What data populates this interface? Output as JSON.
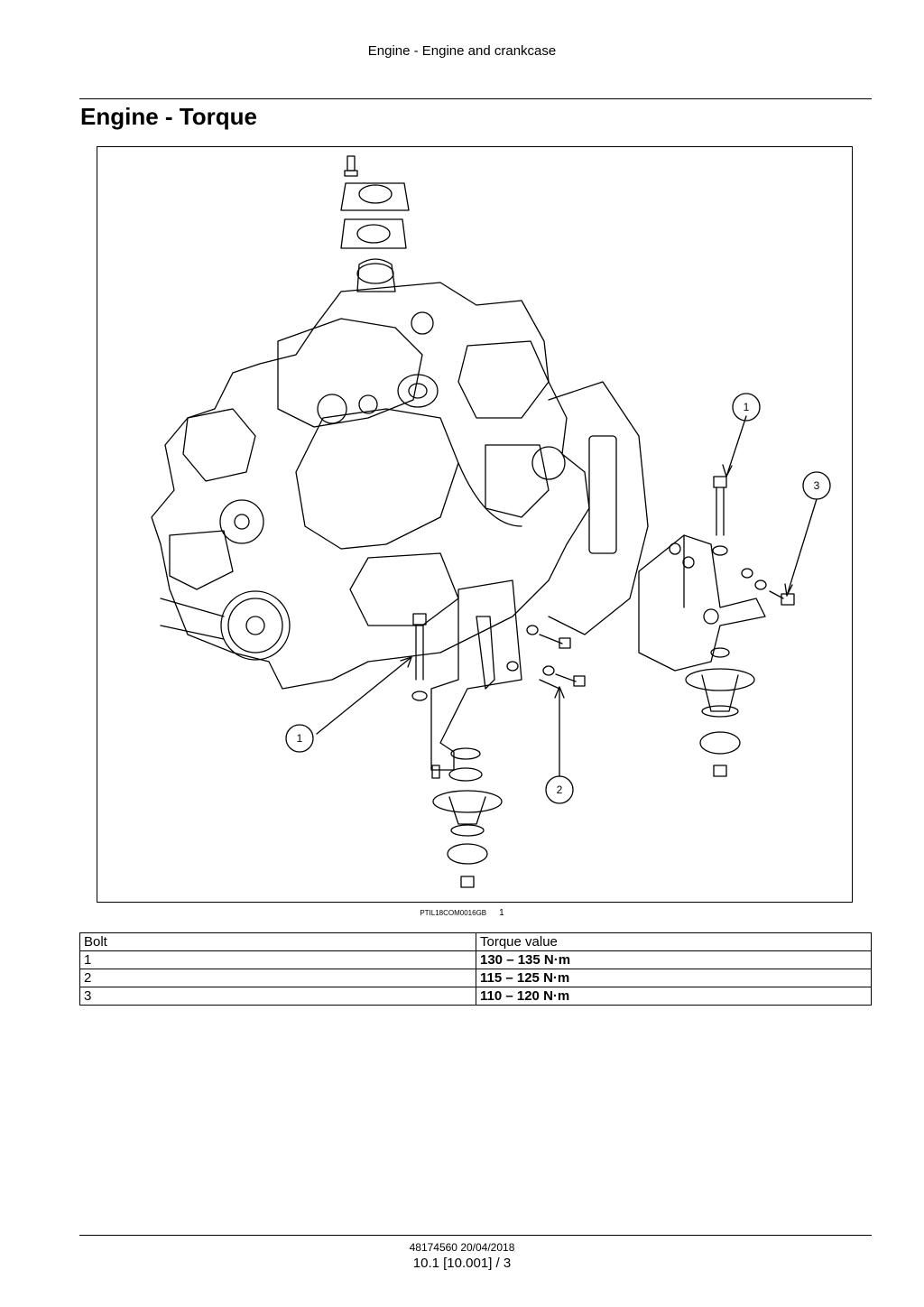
{
  "header": {
    "running_title": "Engine - Engine and crankcase"
  },
  "page": {
    "title": "Engine - Torque"
  },
  "figure": {
    "code": "PTIL18COM0016GB",
    "number": "1",
    "callouts": [
      "1",
      "1",
      "2",
      "3"
    ]
  },
  "torque_table": {
    "headers": [
      "Bolt",
      "Torque value"
    ],
    "rows": [
      {
        "bolt": "1",
        "value": "130 – 135 N·m"
      },
      {
        "bolt": "2",
        "value": "115 – 125 N·m"
      },
      {
        "bolt": "3",
        "value": "110 – 120 N·m"
      }
    ]
  },
  "footer": {
    "doc_ref": "48174560 20/04/2018",
    "page_ref": "10.1 [10.001] / 3"
  }
}
